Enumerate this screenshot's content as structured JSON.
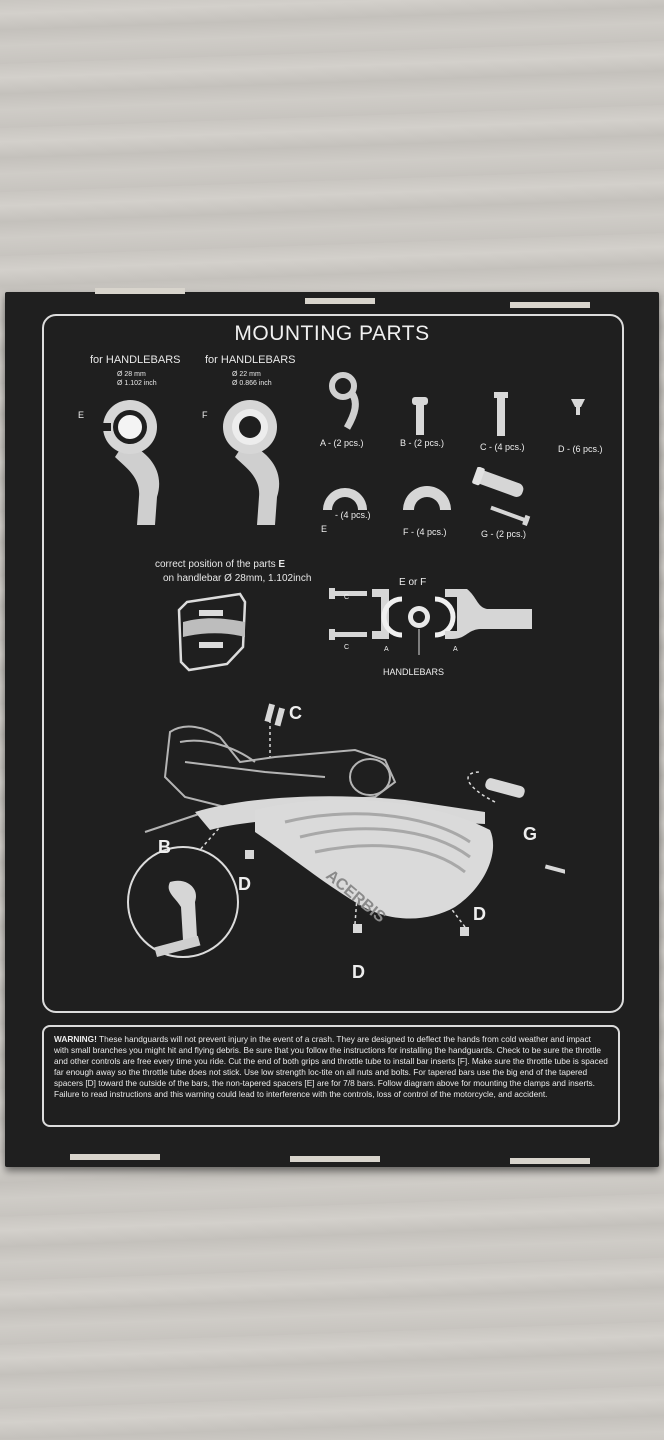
{
  "title": "MOUNTING PARTS",
  "handlebar_28": {
    "label": "for HANDLEBARS",
    "dia_mm": "Ø 28 mm",
    "dia_in": "Ø 1.102 inch",
    "letter": "E"
  },
  "handlebar_22": {
    "label": "for HANDLEBARS",
    "dia_mm": "Ø 22 mm",
    "dia_in": "Ø 0.866 inch",
    "letter": "F"
  },
  "parts": {
    "a": "A - (2 pcs.)",
    "b": "B - (2 pcs.)",
    "c": "C - (4 pcs.)",
    "d": "D - (6 pcs.)",
    "e_count": "- (4 pcs.)",
    "e_letter": "E",
    "f": "F - (4 pcs.)",
    "g": "G - (2 pcs.)"
  },
  "position_note": {
    "line1": "correct position of the parts",
    "letter": "E",
    "line2": "on handlebar Ø 28mm, 1.102inch"
  },
  "assembly": {
    "e_or_f": "E or F",
    "c": "C",
    "a": "A",
    "handlebars": "HANDLEBARS"
  },
  "diagram": {
    "c": "C",
    "b": "B",
    "d": "D",
    "g": "G",
    "brand": "ACERBIS"
  },
  "warning": {
    "heading": "WARNING!",
    "text": "These handguards will not prevent injury in the event of a crash. They are designed to deflect the hands from cold weather and impact with small branches you might hit and flying debris. Be sure that you follow the instructions for installing the handguards. Check to be sure the throttle and other controls are free every time you ride. Cut the end of both grips and throttle tube to install bar inserts [F]. Make sure the throttle tube is spaced far enough away so the throttle tube does not stick. Use low strength loc-tite on all nuts and bolts. For tapered bars use the big end of the tapered spacers [D] toward the outside of the bars, the non-tapered spacers [E] are for 7/8 bars. Follow diagram above for mounting the clamps and inserts. Failure to read instructions and this warning could lead to interference with the controls, loss of control of the motorcycle, and accident."
  }
}
